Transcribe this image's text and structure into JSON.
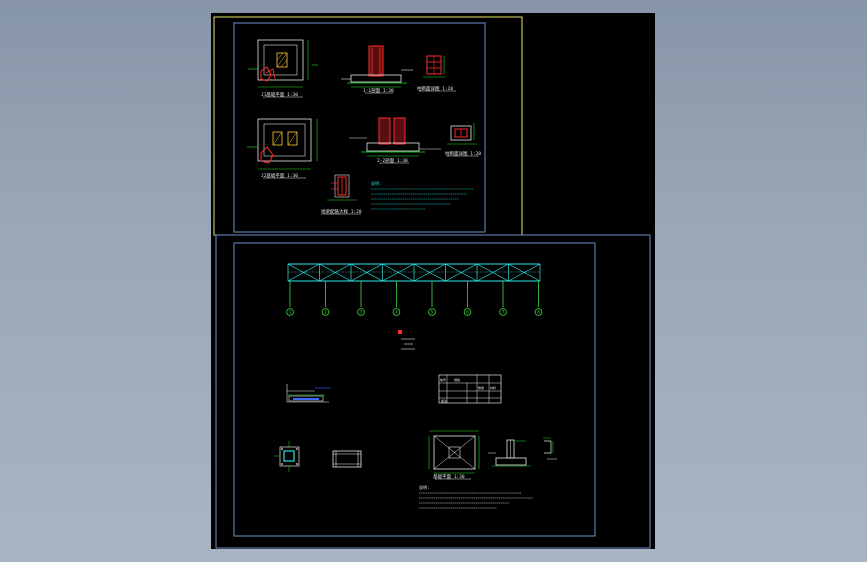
{
  "viewport": {
    "background": "#97a4b5",
    "canvas_bg": "#000000"
  },
  "colors": {
    "sheet1_border": "#e3e36a",
    "frame": "#6e8fd0",
    "line": "#e6e6e6",
    "green": "#1fe01f",
    "red": "#ff2a2a",
    "cyan": "#27e0e0",
    "truss": "#2fe8e8",
    "column": "#3ddc3d",
    "blue_text": "#3a6dff",
    "hatch": "#ffcc33"
  },
  "sheet1": {
    "labels": {
      "plan_a": "J1基础平面 1:30",
      "plan_b": "J2基础平面 1:30",
      "sec_a": "1-1剖面 1:30",
      "sec_b": "2-2剖面 1:30",
      "det_a": "柱断面详图 1:20",
      "det_b": "柱断面详图 1:20",
      "det_c": "地梁配筋大样 1:20",
      "notes_title": "说明:"
    }
  },
  "sheet2": {
    "axis_labels": [
      "1",
      "2",
      "3",
      "4",
      "5",
      "6",
      "7",
      "8"
    ],
    "table_header": [
      "编号",
      "规格",
      "数量",
      "材料",
      "备注"
    ],
    "labels": {
      "plan_c": "基础平面 1:30",
      "notes_title": "说明:"
    }
  }
}
